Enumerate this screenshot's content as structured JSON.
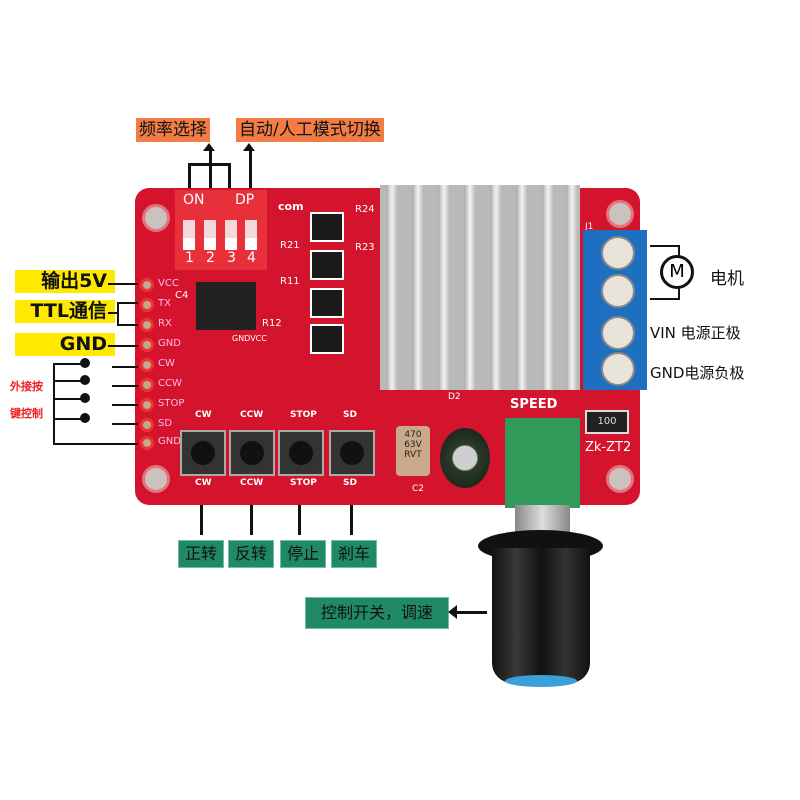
{
  "top_labels": {
    "freq": "频率选择",
    "mode": "自动/人工模式切换"
  },
  "left_labels": {
    "out5v": "输出5V",
    "ttl": "TTL通信",
    "gnd": "GND",
    "ext1": "外接按",
    "ext2": "键控制"
  },
  "pins": [
    "VCC",
    "TX",
    "RX",
    "GND",
    "CW",
    "CCW",
    "STOP",
    "SD",
    "GND"
  ],
  "dip": {
    "on": "ON",
    "dp": "DP",
    "nums": [
      "1",
      "2",
      "3",
      "4"
    ],
    "com": "com"
  },
  "board_marks": {
    "r24": "R24",
    "r21": "R21",
    "r23": "R23",
    "r11": "R11",
    "r12": "R12",
    "c4": "C4",
    "gndvcc": "GNDVCC",
    "j1": "J1",
    "speed": "SPEED",
    "res": "100",
    "model": "Zk-ZT2",
    "cap": "470\n63V\nRVT",
    "c2": "C2",
    "d2": "D2"
  },
  "buttons": [
    "CW",
    "CCW",
    "STOP",
    "SD"
  ],
  "bottom_labels": [
    "正转",
    "反转",
    "停止",
    "剎车"
  ],
  "knob_label": "控制开关，调速",
  "right_labels": {
    "motor_symbol": "M",
    "motor": "电机",
    "vin": "VIN 电源正极",
    "gnd": "GND电源负极"
  },
  "colors": {
    "pcb": "#d4142c",
    "orange": "#f27c45",
    "yellow": "#ffe900",
    "green": "#1f8a63",
    "terminal": "#1e6fc0"
  }
}
